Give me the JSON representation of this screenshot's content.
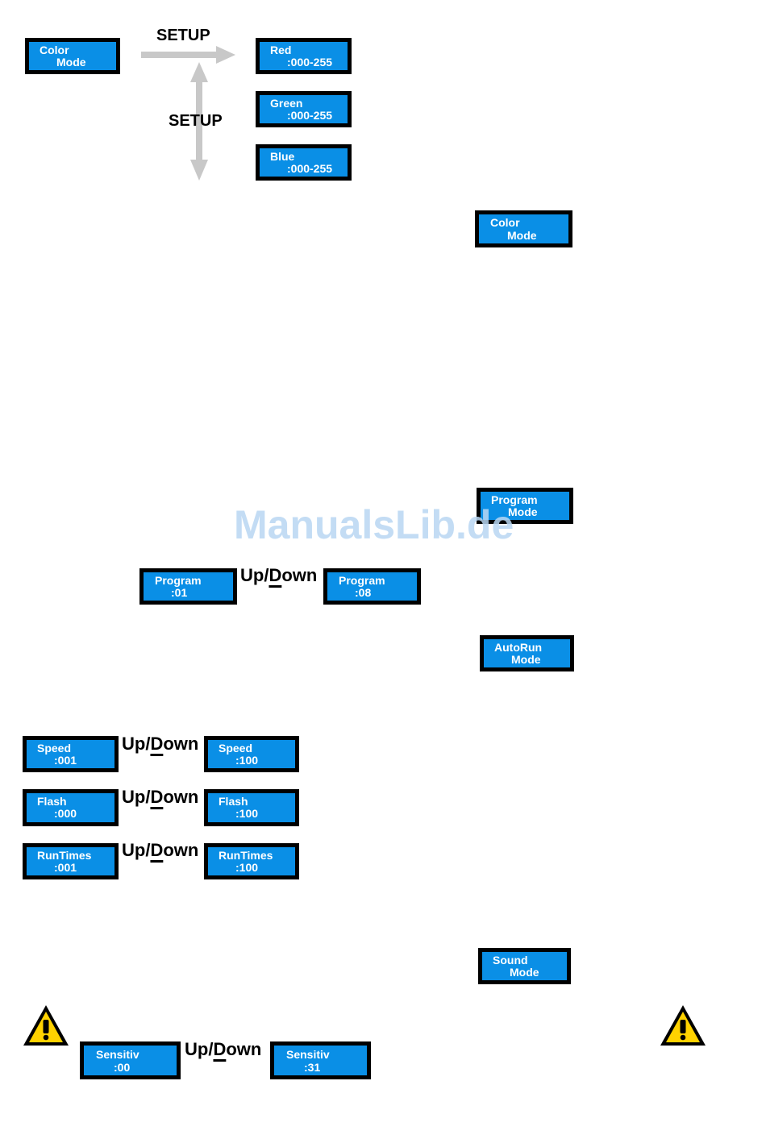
{
  "labels": {
    "setup_h": "SETUP",
    "setup_v": "SETUP",
    "up_down": {
      "up": "Up/",
      "d": "D",
      "rest": "own"
    }
  },
  "displays": {
    "color_mode_1": {
      "line1": "Color",
      "line2": "Mode"
    },
    "red": {
      "line1": "Red",
      "line2": ":000-255"
    },
    "green": {
      "line1": "Green",
      "line2": ":000-255"
    },
    "blue": {
      "line1": "Blue",
      "line2": ":000-255"
    },
    "color_mode_2": {
      "line1": "Color",
      "line2": "Mode"
    },
    "program_mode": {
      "line1": "Program",
      "line2": "Mode"
    },
    "program_01": {
      "line1": "Program",
      "line2": ":01"
    },
    "program_08": {
      "line1": "Program",
      "line2": ":08"
    },
    "autorun_mode": {
      "line1": "AutoRun",
      "line2": "Mode"
    },
    "speed_001": {
      "line1": "Speed",
      "line2": ":001"
    },
    "speed_100": {
      "line1": "Speed",
      "line2": ":100"
    },
    "flash_000": {
      "line1": "Flash",
      "line2": ":000"
    },
    "flash_100": {
      "line1": "Flash",
      "line2": ":100"
    },
    "runtimes_001": {
      "line1": "RunTimes",
      "line2": ":001"
    },
    "runtimes_100": {
      "line1": "RunTimes",
      "line2": ":100"
    },
    "sound_mode": {
      "line1": "Sound",
      "line2": "Mode"
    },
    "sensitiv_00": {
      "line1": "Sensitiv",
      "line2": ":00"
    },
    "sensitiv_31": {
      "line1": "Sensitiv",
      "line2": ":31"
    }
  },
  "watermark": "ManualsLib.de",
  "colors": {
    "lcd_background": "#0a8fe6",
    "lcd_border": "#000000",
    "arrow": "#c8c8c8",
    "warning_yellow": "#ffd200"
  },
  "icons": [
    "warning-triangle-icon",
    "arrow-right-icon",
    "arrow-up-down-icon"
  ]
}
